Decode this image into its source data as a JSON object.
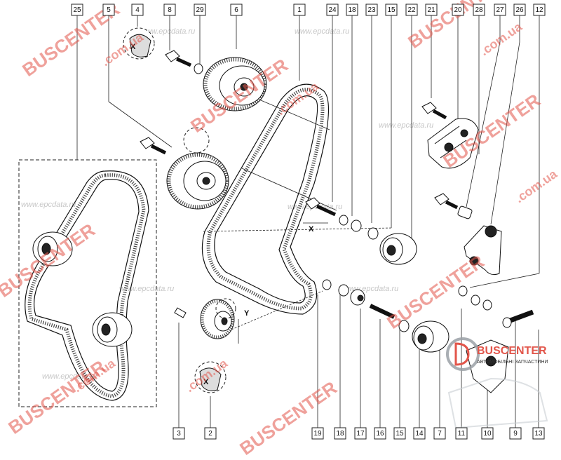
{
  "callouts_top": [
    "25",
    "5",
    "4",
    "8",
    "29",
    "6",
    "1",
    "24",
    "18",
    "23",
    "15",
    "22",
    "21",
    "20",
    "28",
    "27",
    "26",
    "12"
  ],
  "callouts_bottom": [
    "3",
    "2",
    "19",
    "18",
    "17",
    "16",
    "15",
    "14",
    "7",
    "11",
    "10",
    "9",
    "13"
  ],
  "dimension_labels": {
    "x_belt": "X",
    "y_sprocket": "Y",
    "x_detail_top": "X",
    "x_detail_bottom": "X"
  },
  "watermarks": {
    "buscenter": "BUSCENTER",
    "domain": ".com.ua",
    "epcdata": "www.epcdata.ru"
  },
  "logo": {
    "title": "BUSCENTER",
    "subtitle": "АВТОМОБІЛЬНІ ЗАПЧАСТИНИ"
  },
  "colors": {
    "watermark": "#e2554a",
    "line": "#111111",
    "background": "#ffffff"
  }
}
